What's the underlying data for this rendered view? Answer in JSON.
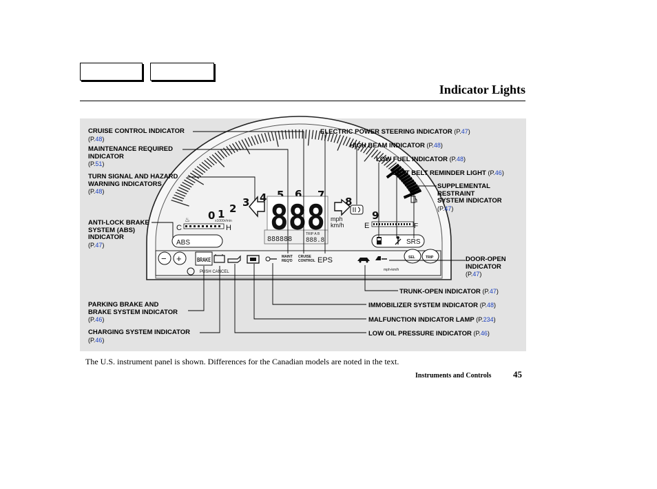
{
  "header": {
    "title": "Indicator Lights",
    "tabs": [
      "",
      ""
    ]
  },
  "callouts": {
    "cruise_control": {
      "label": "CRUISE CONTROL INDICATOR",
      "page": "48"
    },
    "maintenance": {
      "label_line1": "MAINTENANCE REQUIRED",
      "label_line2": "INDICATOR",
      "page": "51"
    },
    "turn_signal": {
      "label_line1": "TURN SIGNAL AND HAZARD",
      "label_line2": "WARNING INDICATORS",
      "page": "48"
    },
    "abs": {
      "label_line1": "ANTI-LOCK BRAKE",
      "label_line2": "SYSTEM (ABS)",
      "label_line3": "INDICATOR",
      "page": "47"
    },
    "parking_brake": {
      "label_line1": "PARKING BRAKE AND",
      "label_line2": "BRAKE SYSTEM INDICATOR",
      "page": "46"
    },
    "charging": {
      "label": "CHARGING SYSTEM INDICATOR",
      "page": "46"
    },
    "eps": {
      "label": "ELECTRIC POWER STEERING INDICATOR",
      "page": "47"
    },
    "high_beam": {
      "label": "HIGH BEAM INDICATOR",
      "page": "48"
    },
    "low_fuel": {
      "label": "LOW FUEL INDICATOR",
      "page": "48"
    },
    "seat_belt": {
      "label": "SEAT BELT REMINDER LIGHT",
      "page": "46"
    },
    "srs": {
      "label_line1": "SUPPLEMENTAL",
      "label_line2": "RESTRAINT",
      "label_line3": "SYSTEM INDICATOR",
      "page": "47"
    },
    "door_open": {
      "label_line1": "DOOR-OPEN",
      "label_line2": "INDICATOR",
      "page": "47"
    },
    "trunk_open": {
      "label": "TRUNK-OPEN INDICATOR",
      "page": "47"
    },
    "immobilizer": {
      "label": "IMMOBILIZER SYSTEM INDICATOR",
      "page": "48"
    },
    "malfunction": {
      "label": "MALFUNCTION INDICATOR LAMP",
      "page": "234"
    },
    "low_oil": {
      "label": "LOW OIL PRESSURE INDICATOR",
      "page": "46"
    }
  },
  "ref_prefix": "(P.",
  "ref_suffix": ")",
  "cluster": {
    "tach_numbers": [
      "0",
      "1",
      "2",
      "3",
      "4",
      "5",
      "6",
      "7",
      "8",
      "9"
    ],
    "tach_unit": "x1000r/min",
    "speed_digits": "888",
    "speed_units_1": "mph",
    "speed_units_2": "km/h",
    "odo_digits": "888888",
    "trip_digits": "888.8",
    "trip_label": "TRIP A B",
    "temp_c": "C",
    "temp_h": "H",
    "fuel_e": "E",
    "fuel_f": "F",
    "abs_text": "ABS",
    "srs_text": "SRS",
    "brake_text": "BRAKE",
    "maint_text_1": "MAINT",
    "maint_text_2": "REQ'D",
    "cruise_text_1": "CRUISE",
    "cruise_text_2": "CONTROL",
    "eps_text": "EPS",
    "minus_btn": "−",
    "plus_btn": "+",
    "sel_btn": "SEL",
    "trip_btn": "TRIP",
    "push_cancel": "PUSH CANCEL",
    "mphkmh_small": "mph-km/h"
  },
  "caption": "The U.S. instrument panel is shown. Differences for the Canadian models are noted in the text.",
  "footer": {
    "section": "Instruments and Controls",
    "page_number": "45"
  },
  "colors": {
    "panel_bg": "#e3e3e3",
    "ref_link": "#1a3fbf"
  }
}
